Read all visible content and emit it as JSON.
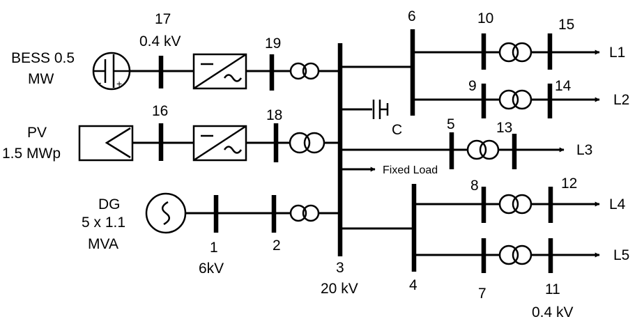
{
  "sources": {
    "bess": {
      "name": "BESS 0.5",
      "unit": "MW",
      "plus": "+",
      "minus": "-"
    },
    "pv": {
      "name": "PV",
      "rating": "1.5 MWp"
    },
    "dg": {
      "name": "DG",
      "rating": "5 x 1.1",
      "unit": "MVA"
    }
  },
  "buses": {
    "b1": "1",
    "b2": "2",
    "b3": "3",
    "b4": "4",
    "b5": "5",
    "b6": "6",
    "b7": "7",
    "b8": "8",
    "b9": "9",
    "b10": "10",
    "b11": "11",
    "b12": "12",
    "b13": "13",
    "b14": "14",
    "b15": "15",
    "b16": "16",
    "b17": "17",
    "b18": "18",
    "b19": "19"
  },
  "voltages": {
    "v17": "0.4 kV",
    "v1": "6kV",
    "v3": "20 kV",
    "v11": "0.4 kV"
  },
  "loads": {
    "l1": "L1",
    "l2": "L2",
    "l3": "L3",
    "l4": "L4",
    "l5": "L5",
    "fixed": "Fixed Load"
  },
  "capacitor": {
    "label": "C"
  }
}
